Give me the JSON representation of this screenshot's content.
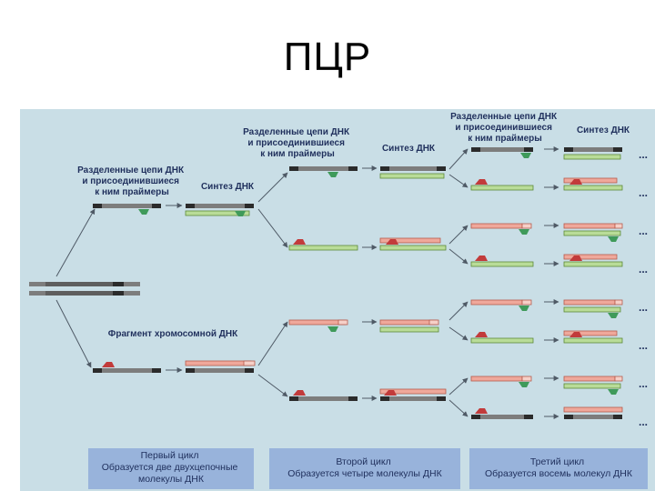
{
  "slide": {
    "title": "ПЦР"
  },
  "labels": {
    "stage1_separated": [
      "Разделенные цепи ДНК",
      "и присоединившиеся",
      "к ним праймеры"
    ],
    "stage1_synthesis": "Синтез ДНК",
    "stage2_separated": [
      "Разделенные цепи ДНК",
      "и присоединившиеся",
      "к ним праймеры"
    ],
    "stage2_synthesis": "Синтез ДНК",
    "stage3_separated": [
      "Разделенные цепи ДНК",
      "и присоединившиеся",
      "к ним праймеры"
    ],
    "stage3_synthesis": "Синтез ДНК",
    "fragment": "Фрагмент хромосомной ДНК",
    "ellipsis": "..."
  },
  "cycles": [
    {
      "lines": [
        "Первый цикл",
        "Образуется две двухцепочные",
        "молекулы ДНК"
      ]
    },
    {
      "lines": [
        "Второй цикл",
        "Образуется четыре молекулы ДНК"
      ]
    },
    {
      "lines": [
        "Третий цикл",
        "Образуется восемь молекул ДНК"
      ]
    }
  ],
  "colors": {
    "background": "#c9dee6",
    "original_strand": "#7d7d7d",
    "strand_end": "#2b2b2b",
    "new_strand": "#b9dc98",
    "new_strand_border": "#5c8a3a",
    "red_strand": "#efa89b",
    "red_strand_border": "#b65a4c",
    "primer_green": "#3f9a5a",
    "primer_red": "#c23b3b",
    "cycle_box": "#98b3db",
    "arrow": "#4f5a66"
  }
}
